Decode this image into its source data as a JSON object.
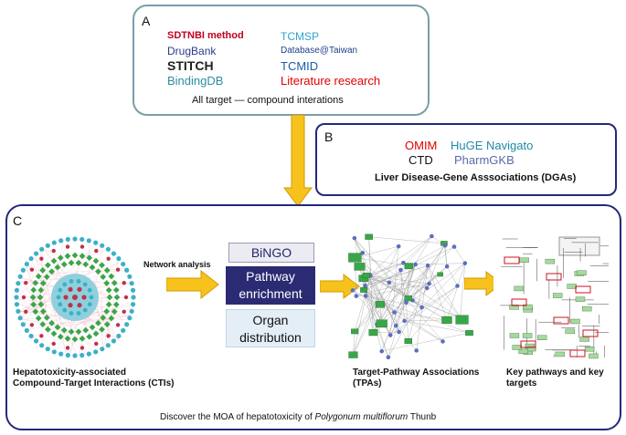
{
  "panel_a": {
    "letter": "A",
    "sources_left": [
      "SDTNBI method",
      "DrugBank",
      "STITCH",
      "BindingDB"
    ],
    "sources_right": [
      "TCMSP",
      "Database@Taiwan",
      "TCMID",
      "Literature research"
    ],
    "caption": "All target — compound interations",
    "colors": {
      "sdtnbi": "#c0001f",
      "drugbank": "#2e3a8c",
      "stitch": "#222222",
      "bindingdb": "#2b8ea0",
      "tcmsp": "#2fa6c8",
      "taiwan": "#1f3f8c",
      "tcmid": "#1c5aa8",
      "literature": "#e00000"
    }
  },
  "panel_b": {
    "letter": "B",
    "items": [
      "OMIM",
      "HuGE Navigato",
      "CTD",
      "PharmGKB"
    ],
    "caption": "Liver Disease-Gene  Asssociations (DGAs)",
    "colors": {
      "omim": "#e00000",
      "huge": "#1f8aa8",
      "ctd": "#111111",
      "pharmgkb": "#5a6aa8"
    }
  },
  "panel_c": {
    "letter": "C",
    "network_label": "Network analysis",
    "boxes": {
      "bingo": "BiNGO",
      "pathway_line1": "Pathway",
      "pathway_line2": "enrichment",
      "organ_line1": "Organ",
      "organ_line2": "distribution"
    },
    "ctis_caption_line1": "Hepatotoxicity-associated",
    "ctis_caption_line2": "Compound-Target Interactions (CTIs)",
    "tpas_caption_line1": "Target-Pathway Associations",
    "tpas_caption_line2": "(TPAs)",
    "key_caption_line1": "Key pathways and key",
    "key_caption_line2": "targets",
    "footer_prefix": "Discover the MOA of hepatotoxicity of ",
    "footer_italic": "Polygonum multiflorum",
    "footer_suffix": " Thunb"
  },
  "colors": {
    "arrow": "#f7c21c",
    "arrow_edge": "#d49a00",
    "panel_a_border": "#7a9ea8",
    "panel_border": "#24287a",
    "node_green": "#3aa648",
    "node_teal": "#3cb0c8",
    "node_red": "#c0304a",
    "node_blue": "#5b6fc0"
  }
}
